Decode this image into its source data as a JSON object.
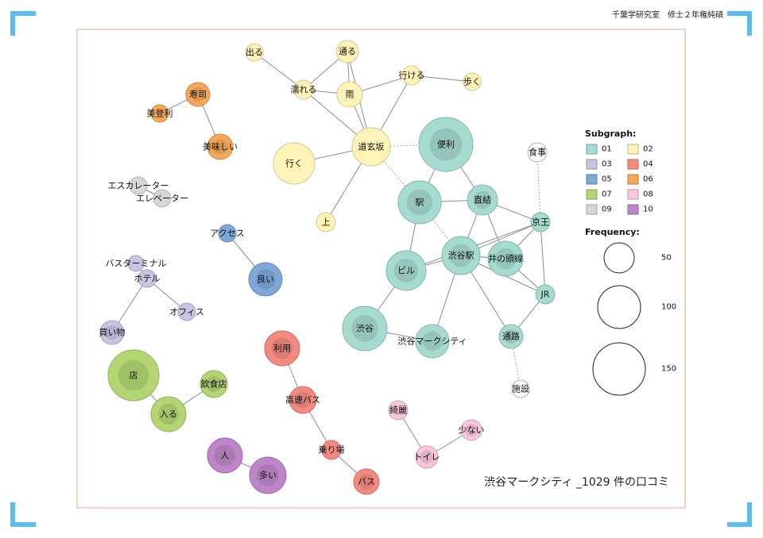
{
  "header": {
    "text": "千葉学研究室　修士２年権純碩"
  },
  "caption": "渋谷マークシティ _1029 件の口コミ",
  "legend": {
    "subgraph_title": "Subgraph:",
    "subgraphs": [
      {
        "id": "01",
        "fill": "#a6dbcf",
        "inner": "#8dcfbe"
      },
      {
        "id": "02",
        "fill": "#fff3b8",
        "inner": "#fff3b8"
      },
      {
        "id": "03",
        "fill": "#c9c3e4",
        "inner": "#c9c3e4"
      },
      {
        "id": "04",
        "fill": "#f28a80",
        "inner": "#f28a80"
      },
      {
        "id": "05",
        "fill": "#7fa8d8",
        "inner": "#7fa8d8"
      },
      {
        "id": "06",
        "fill": "#f5a85a",
        "inner": "#f5a85a"
      },
      {
        "id": "07",
        "fill": "#b3d672",
        "inner": "#b3d672"
      },
      {
        "id": "08",
        "fill": "#f9c6dc",
        "inner": "#f9c6dc"
      },
      {
        "id": "09",
        "fill": "#d7d7d7",
        "inner": "#d7d7d7"
      },
      {
        "id": "10",
        "fill": "#be86c8",
        "inner": "#be86c8"
      }
    ],
    "frequency_title": "Frequency:",
    "frequencies": [
      50,
      100,
      150
    ]
  },
  "network": {
    "nodes": [
      {
        "id": "出る",
        "group": "02",
        "freq": 8
      },
      {
        "id": "通る",
        "group": "02",
        "freq": 14
      },
      {
        "id": "濡れる",
        "group": "02",
        "freq": 10
      },
      {
        "id": "雨",
        "group": "02",
        "freq": 18
      },
      {
        "id": "行ける",
        "group": "02",
        "freq": 10
      },
      {
        "id": "歩く",
        "group": "02",
        "freq": 9
      },
      {
        "id": "道玄坂",
        "group": "02",
        "freq": 42
      },
      {
        "id": "行く",
        "group": "02",
        "freq": 48
      },
      {
        "id": "上",
        "group": "02",
        "freq": 11
      },
      {
        "id": "寿司",
        "group": "06",
        "freq": 17
      },
      {
        "id": "美登利",
        "group": "06",
        "freq": 10
      },
      {
        "id": "美味しい",
        "group": "06",
        "freq": 18
      },
      {
        "id": "エスカレーター",
        "group": "09",
        "freq": 10
      },
      {
        "id": "エレベーター",
        "group": "09",
        "freq": 9
      },
      {
        "id": "アクセス",
        "group": "05",
        "freq": 9
      },
      {
        "id": "良い",
        "group": "05",
        "freq": 30
      },
      {
        "id": "バスターミナル",
        "group": "03",
        "freq": 8
      },
      {
        "id": "ホテル",
        "group": "03",
        "freq": 9
      },
      {
        "id": "オフィス",
        "group": "03",
        "freq": 10
      },
      {
        "id": "買い物",
        "group": "03",
        "freq": 18
      },
      {
        "id": "店",
        "group": "07",
        "freq": 140
      },
      {
        "id": "入る",
        "group": "07",
        "freq": 34
      },
      {
        "id": "飲食店",
        "group": "07",
        "freq": 20
      },
      {
        "id": "人",
        "group": "10",
        "freq": 30
      },
      {
        "id": "多い",
        "group": "10",
        "freq": 36
      },
      {
        "id": "利用",
        "group": "04",
        "freq": 32
      },
      {
        "id": "高速バス",
        "group": "04",
        "freq": 20
      },
      {
        "id": "乗り場",
        "group": "04",
        "freq": 10
      },
      {
        "id": "バス",
        "group": "04",
        "freq": 22
      },
      {
        "id": "綺麗",
        "group": "08",
        "freq": 9
      },
      {
        "id": "少ない",
        "group": "08",
        "freq": 11
      },
      {
        "id": "トイレ",
        "group": "08",
        "freq": 13
      },
      {
        "id": "便利",
        "group": "01",
        "freq": 75
      },
      {
        "id": "駅",
        "group": "01",
        "freq": 48
      },
      {
        "id": "直結",
        "group": "01",
        "freq": 26
      },
      {
        "id": "渋谷駅",
        "group": "01",
        "freq": 38
      },
      {
        "id": "井の頭線",
        "group": "01",
        "freq": 28
      },
      {
        "id": "京王",
        "group": "01",
        "freq": 11
      },
      {
        "id": "ビル",
        "group": "01",
        "freq": 42
      },
      {
        "id": "JR",
        "group": "01",
        "freq": 10
      },
      {
        "id": "渋谷",
        "group": "01",
        "freq": 55
      },
      {
        "id": "渋谷マークシティ",
        "group": "01",
        "freq": 28
      },
      {
        "id": "通路",
        "group": "01",
        "freq": 16
      },
      {
        "id": "食事",
        "group": "none",
        "freq": 10
      },
      {
        "id": "施設",
        "group": "none",
        "freq": 8
      }
    ],
    "edges": [
      [
        "出る",
        "濡れる",
        "solid"
      ],
      [
        "通る",
        "濡れる",
        "solid"
      ],
      [
        "通る",
        "雨",
        "solid"
      ],
      [
        "通る",
        "道玄坂",
        "solid"
      ],
      [
        "濡れる",
        "雨",
        "solid"
      ],
      [
        "濡れる",
        "道玄坂",
        "solid"
      ],
      [
        "雨",
        "道玄坂",
        "solid"
      ],
      [
        "雨",
        "行ける",
        "solid"
      ],
      [
        "行ける",
        "歩く",
        "solid"
      ],
      [
        "行ける",
        "道玄坂",
        "solid"
      ],
      [
        "道玄坂",
        "行く",
        "solid"
      ],
      [
        "道玄坂",
        "上",
        "solid"
      ],
      [
        "道玄坂",
        "便利",
        "dotted"
      ],
      [
        "道玄坂",
        "駅",
        "dotted"
      ],
      [
        "寿司",
        "美登利",
        "solid"
      ],
      [
        "寿司",
        "美味しい",
        "solid"
      ],
      [
        "エスカレーター",
        "エレベーター",
        "solid"
      ],
      [
        "アクセス",
        "良い",
        "solid"
      ],
      [
        "バスターミナル",
        "ホテル",
        "solid"
      ],
      [
        "ホテル",
        "オフィス",
        "solid"
      ],
      [
        "ホテル",
        "買い物",
        "solid"
      ],
      [
        "店",
        "入る",
        "solid"
      ],
      [
        "入る",
        "飲食店",
        "solid"
      ],
      [
        "人",
        "多い",
        "solid"
      ],
      [
        "利用",
        "高速バス",
        "solid"
      ],
      [
        "高速バス",
        "乗り場",
        "solid"
      ],
      [
        "乗り場",
        "バス",
        "solid"
      ],
      [
        "綺麗",
        "トイレ",
        "solid"
      ],
      [
        "少ない",
        "トイレ",
        "solid"
      ],
      [
        "便利",
        "駅",
        "solid"
      ],
      [
        "便利",
        "直結",
        "solid"
      ],
      [
        "駅",
        "直結",
        "solid"
      ],
      [
        "駅",
        "ビル",
        "solid"
      ],
      [
        "駅",
        "渋谷駅",
        "dotted"
      ],
      [
        "直結",
        "渋谷駅",
        "solid"
      ],
      [
        "直結",
        "井の頭線",
        "solid"
      ],
      [
        "直結",
        "京王",
        "solid"
      ],
      [
        "渋谷駅",
        "井の頭線",
        "solid"
      ],
      [
        "渋谷駅",
        "京王",
        "solid"
      ],
      [
        "渋谷駅",
        "ビル",
        "solid"
      ],
      [
        "渋谷駅",
        "JR",
        "solid"
      ],
      [
        "渋谷駅",
        "渋谷マークシティ",
        "solid"
      ],
      [
        "渋谷駅",
        "通路",
        "solid"
      ],
      [
        "井の頭線",
        "京王",
        "solid"
      ],
      [
        "井の頭線",
        "JR",
        "solid"
      ],
      [
        "京王",
        "JR",
        "solid"
      ],
      [
        "京王",
        "食事",
        "dotted"
      ],
      [
        "JR",
        "通路",
        "solid"
      ],
      [
        "ビル",
        "渋谷",
        "solid"
      ],
      [
        "ビル",
        "京王",
        "solid"
      ],
      [
        "渋谷",
        "渋谷マークシティ",
        "solid"
      ],
      [
        "通路",
        "施設",
        "dotted"
      ]
    ]
  }
}
